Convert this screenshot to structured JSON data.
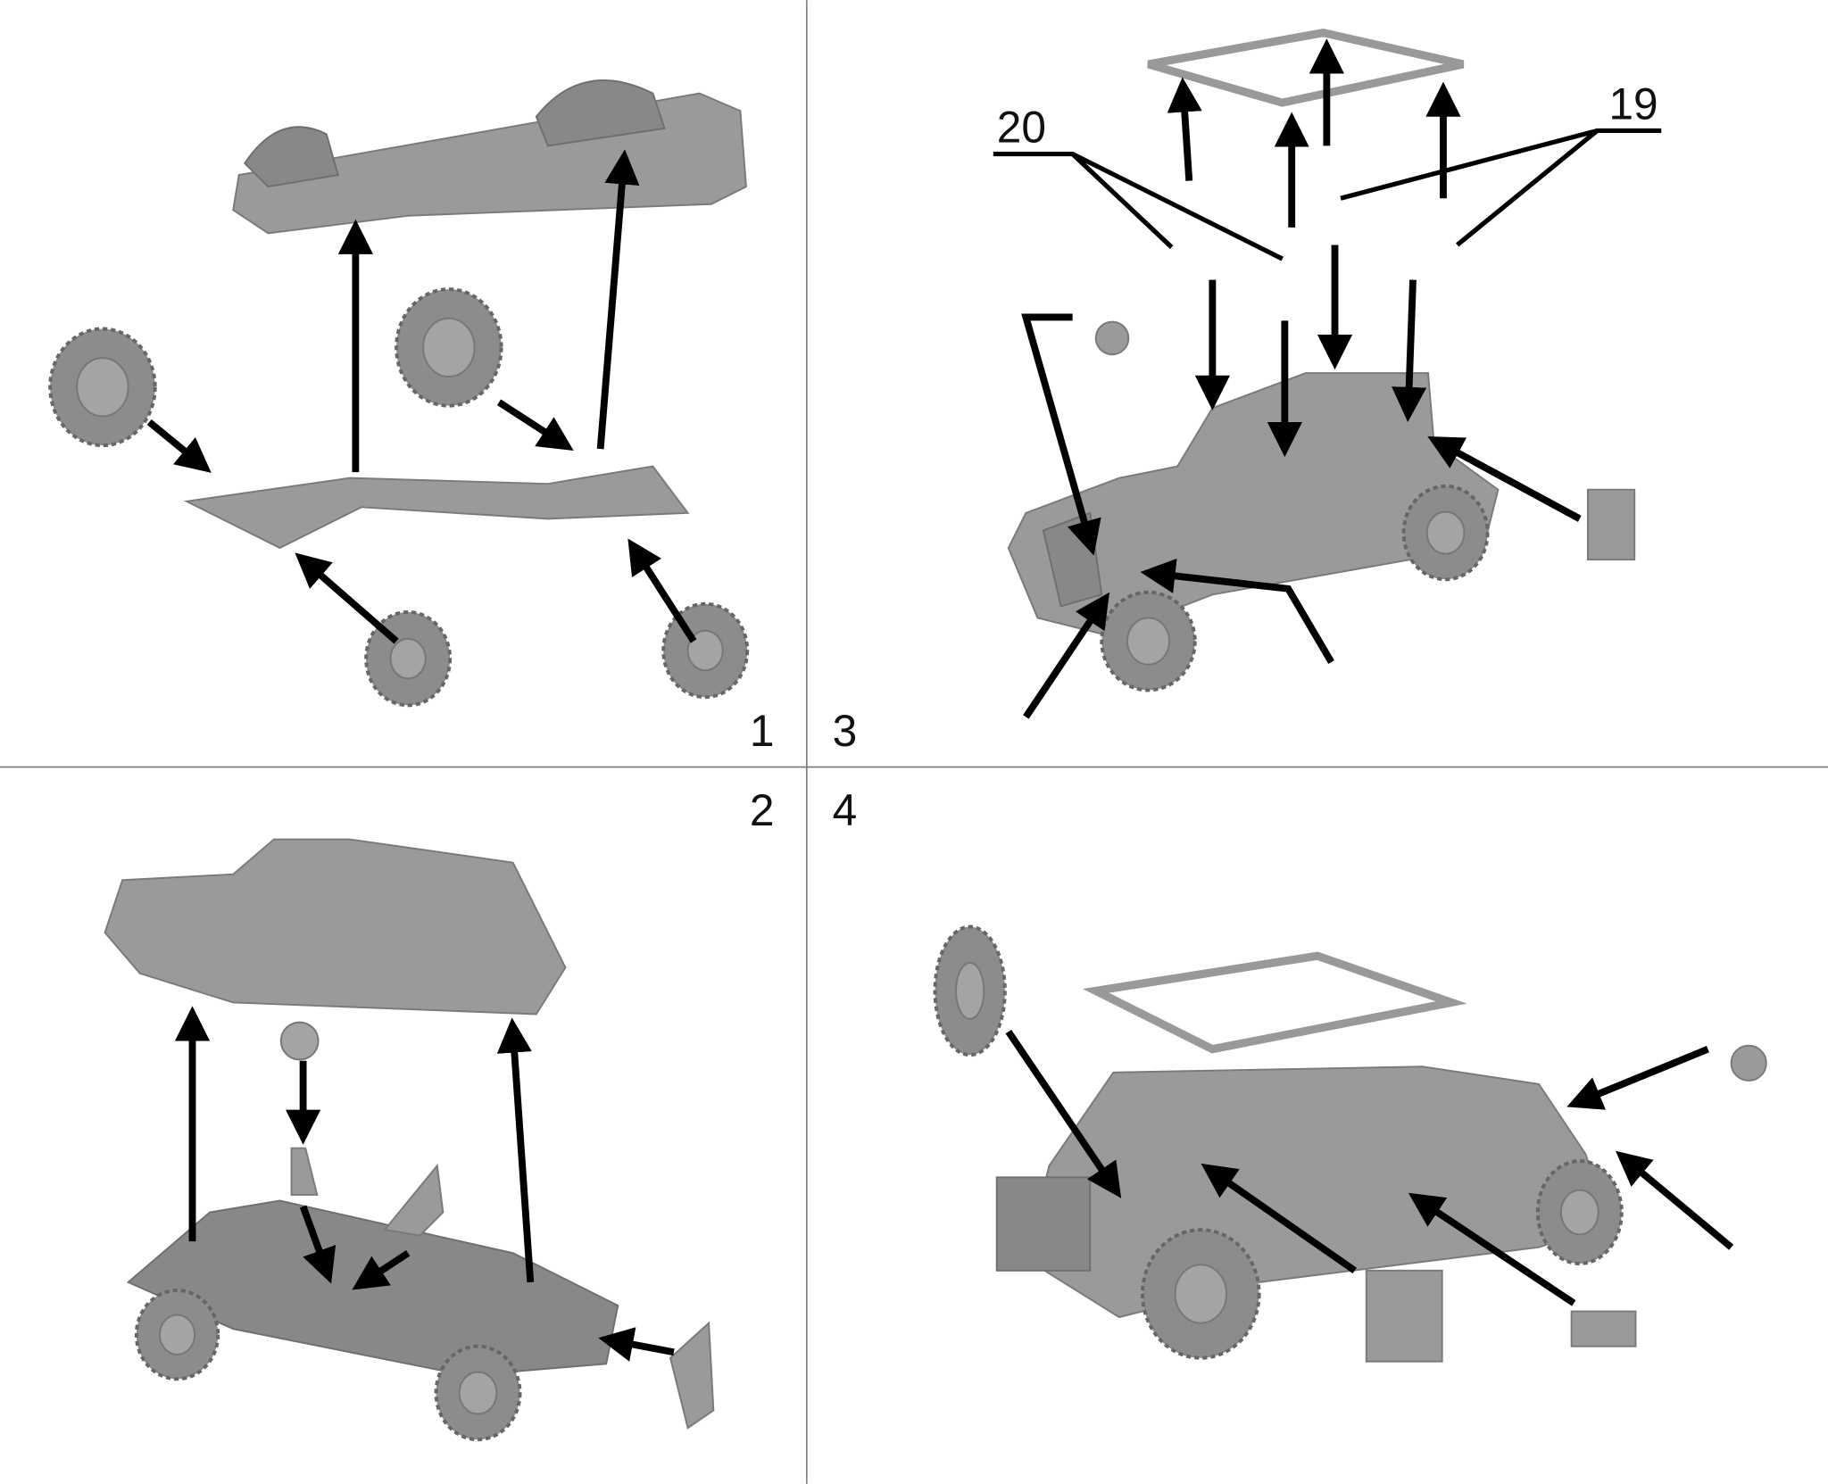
{
  "steps": [
    {
      "number": "1"
    },
    {
      "number": "2"
    },
    {
      "number": "3"
    },
    {
      "number": "4"
    }
  ],
  "part_labels": {
    "part_20": "20",
    "part_19": "19"
  },
  "colors": {
    "part_gray": "#9a9a9a",
    "arrow": "#000000",
    "background": "#ffffff"
  }
}
